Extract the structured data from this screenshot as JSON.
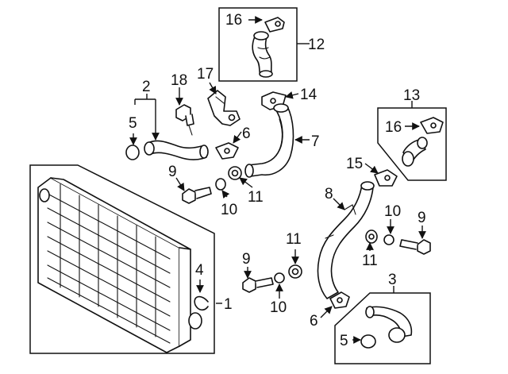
{
  "diagram": {
    "callouts": [
      {
        "id": "c16a",
        "text": "16"
      },
      {
        "id": "c12",
        "text": "12"
      },
      {
        "id": "c18",
        "text": "18"
      },
      {
        "id": "c17",
        "text": "17"
      },
      {
        "id": "c2",
        "text": "2"
      },
      {
        "id": "c5a",
        "text": "5"
      },
      {
        "id": "c14",
        "text": "14"
      },
      {
        "id": "c13",
        "text": "13"
      },
      {
        "id": "c16b",
        "text": "16"
      },
      {
        "id": "c6a",
        "text": "6"
      },
      {
        "id": "c7",
        "text": "7"
      },
      {
        "id": "c9a",
        "text": "9"
      },
      {
        "id": "c10a",
        "text": "10"
      },
      {
        "id": "c11a",
        "text": "11"
      },
      {
        "id": "c15",
        "text": "15"
      },
      {
        "id": "c8",
        "text": "8"
      },
      {
        "id": "c10b",
        "text": "10"
      },
      {
        "id": "c9b",
        "text": "9"
      },
      {
        "id": "c11b",
        "text": "11"
      },
      {
        "id": "c11c",
        "text": "11"
      },
      {
        "id": "c9c",
        "text": "9"
      },
      {
        "id": "c4",
        "text": "4"
      },
      {
        "id": "c1",
        "text": "1"
      },
      {
        "id": "c10c",
        "text": "10"
      },
      {
        "id": "c3",
        "text": "3"
      },
      {
        "id": "c6b",
        "text": "6"
      },
      {
        "id": "c5b",
        "text": "5"
      }
    ]
  }
}
